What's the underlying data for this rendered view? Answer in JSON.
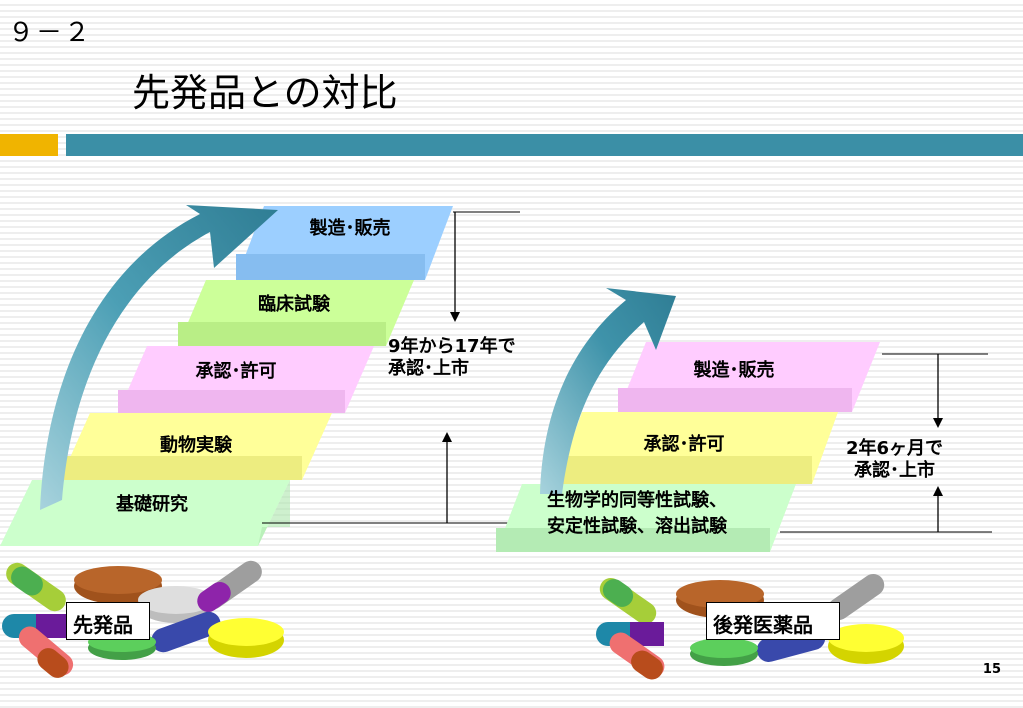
{
  "header": {
    "slide_number": "９－２",
    "title": "先発品との対比",
    "accent_colors": {
      "orange": "#f0b400",
      "teal": "#3b8fa6"
    }
  },
  "left_diagram": {
    "steps": [
      {
        "label": "製造･販売",
        "color": "#9ccfff"
      },
      {
        "label": "臨床試験",
        "color": "#ccff99"
      },
      {
        "label": "承認･許可",
        "color": "#ffccff"
      },
      {
        "label": "動物実験",
        "color": "#ffff99"
      },
      {
        "label": "基礎研究",
        "color": "#ccffcc"
      }
    ],
    "duration_line1": "9年から17年で",
    "duration_line2": "承認･上市",
    "product_label": "先発品"
  },
  "right_diagram": {
    "steps": [
      {
        "label": "製造･販売",
        "color": "#ffccff"
      },
      {
        "label": "承認･許可",
        "color": "#ffff99"
      },
      {
        "label": "生物学的同等性試験、",
        "label2": "安定性試験、溶出試験",
        "color": "#ccffcc"
      }
    ],
    "duration_line1": "2年6ヶ月で",
    "duration_line2": "承認･上市",
    "product_label": "後発医薬品"
  },
  "page_number": "15"
}
